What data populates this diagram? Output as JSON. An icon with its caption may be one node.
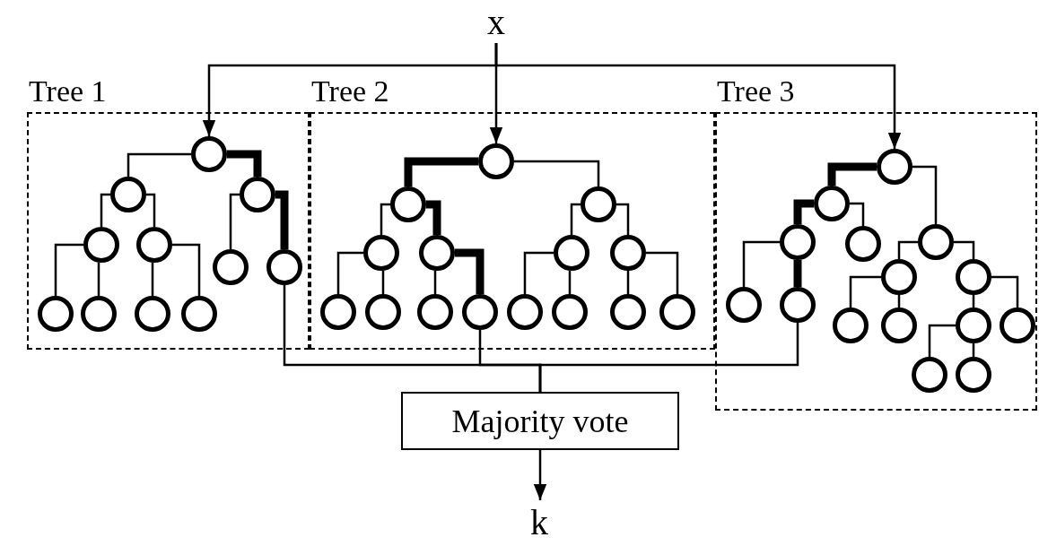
{
  "diagram": {
    "nodes": [
      {
        "text": [
          "x"
        ]
      },
      {
        "text": [
          "Tree 1"
        ]
      },
      {
        "text": [],
        "shape": "circle",
        "in": 1
      },
      {
        "text": [],
        "shape": "circle",
        "in": 1
      },
      {
        "text": [],
        "shape": "circle",
        "in": 1
      },
      {
        "text": [],
        "shape": "circle",
        "in": 1
      },
      {
        "text": [],
        "shape": "circle",
        "in": 1
      },
      {
        "text": [],
        "shape": "circle",
        "in": 1
      },
      {
        "text": [],
        "shape": "circle",
        "in": 1
      },
      {
        "text": [],
        "shape": "circle",
        "in": 1
      },
      {
        "text": [],
        "shape": "circle",
        "in": 1
      },
      {
        "text": [],
        "shape": "circle",
        "in": 1
      },
      {
        "text": [],
        "shape": "circle",
        "in": 1
      },
      {
        "text": [
          "Tree 2"
        ]
      },
      {
        "text": [],
        "shape": "circle",
        "in": 13
      },
      {
        "text": [],
        "shape": "circle",
        "in": 13
      },
      {
        "text": [],
        "shape": "circle",
        "in": 13
      },
      {
        "text": [],
        "shape": "circle",
        "in": 13
      },
      {
        "text": [],
        "shape": "circle",
        "in": 13
      },
      {
        "text": [],
        "shape": "circle",
        "in": 13
      },
      {
        "text": [],
        "shape": "circle",
        "in": 13
      },
      {
        "text": [],
        "shape": "circle",
        "in": 13
      },
      {
        "text": [],
        "shape": "circle",
        "in": 13
      },
      {
        "text": [],
        "shape": "circle",
        "in": 13
      },
      {
        "text": [],
        "shape": "circle",
        "in": 13
      },
      {
        "text": [],
        "shape": "circle",
        "in": 13
      },
      {
        "text": [],
        "shape": "circle",
        "in": 13
      },
      {
        "text": [],
        "shape": "circle",
        "in": 13
      },
      {
        "text": [],
        "shape": "circle",
        "in": 13
      },
      {
        "text": [
          "Tree 3"
        ]
      },
      {
        "text": [],
        "shape": "circle",
        "in": 29
      },
      {
        "text": [],
        "shape": "circle",
        "in": 29
      },
      {
        "text": [],
        "shape": "circle",
        "in": 29
      },
      {
        "text": [],
        "shape": "circle",
        "in": 29
      },
      {
        "text": [],
        "shape": "circle",
        "in": 29
      },
      {
        "text": [],
        "shape": "circle",
        "in": 29
      },
      {
        "text": [],
        "shape": "circle",
        "in": 29
      },
      {
        "text": [],
        "shape": "circle",
        "in": 29
      },
      {
        "text": [],
        "shape": "circle",
        "in": 29
      },
      {
        "text": [],
        "shape": "circle",
        "in": 29
      },
      {
        "text": [],
        "shape": "circle",
        "in": 29
      },
      {
        "text": [],
        "shape": "circle",
        "in": 29
      },
      {
        "text": [],
        "shape": "circle",
        "in": 29
      },
      {
        "text": [],
        "shape": "circle",
        "in": 29
      },
      {
        "text": [],
        "shape": "circle",
        "in": 29
      },
      {
        "text": [
          "Majority vote"
        ]
      },
      {
        "text": [
          "k"
        ]
      }
    ],
    "edges": [
      {
        "from": 0,
        "to": 2,
        "arrow": "to"
      },
      {
        "from": 0,
        "to": 14,
        "arrow": "to"
      },
      {
        "from": 0,
        "to": 30,
        "arrow": "to"
      },
      {
        "from": 2,
        "to": 3,
        "arrow": "none"
      },
      {
        "from": 2,
        "to": 4,
        "arrow": "none",
        "style": "thick"
      },
      {
        "from": 3,
        "to": 5,
        "arrow": "none"
      },
      {
        "from": 3,
        "to": 6,
        "arrow": "none"
      },
      {
        "from": 4,
        "to": 7,
        "arrow": "none"
      },
      {
        "from": 4,
        "to": 8,
        "arrow": "none",
        "style": "thick"
      },
      {
        "from": 5,
        "to": 9,
        "arrow": "none"
      },
      {
        "from": 5,
        "to": 10,
        "arrow": "none"
      },
      {
        "from": 6,
        "to": 11,
        "arrow": "none"
      },
      {
        "from": 6,
        "to": 12,
        "arrow": "none"
      },
      {
        "from": 14,
        "to": 15,
        "arrow": "none",
        "style": "thick"
      },
      {
        "from": 14,
        "to": 16,
        "arrow": "none"
      },
      {
        "from": 15,
        "to": 17,
        "arrow": "none"
      },
      {
        "from": 15,
        "to": 18,
        "arrow": "none",
        "style": "thick"
      },
      {
        "from": 16,
        "to": 19,
        "arrow": "none"
      },
      {
        "from": 16,
        "to": 20,
        "arrow": "none"
      },
      {
        "from": 17,
        "to": 21,
        "arrow": "none"
      },
      {
        "from": 17,
        "to": 22,
        "arrow": "none"
      },
      {
        "from": 18,
        "to": 23,
        "arrow": "none"
      },
      {
        "from": 18,
        "to": 24,
        "arrow": "none",
        "style": "thick"
      },
      {
        "from": 19,
        "to": 25,
        "arrow": "none"
      },
      {
        "from": 19,
        "to": 26,
        "arrow": "none"
      },
      {
        "from": 20,
        "to": 27,
        "arrow": "none"
      },
      {
        "from": 20,
        "to": 28,
        "arrow": "none"
      },
      {
        "from": 30,
        "to": 31,
        "arrow": "none",
        "style": "thick"
      },
      {
        "from": 30,
        "to": 34,
        "arrow": "none"
      },
      {
        "from": 31,
        "to": 32,
        "arrow": "none",
        "style": "thick"
      },
      {
        "from": 31,
        "to": 33,
        "arrow": "none"
      },
      {
        "from": 32,
        "to": 35,
        "arrow": "none"
      },
      {
        "from": 32,
        "to": 36,
        "arrow": "none",
        "style": "thick"
      },
      {
        "from": 34,
        "to": 37,
        "arrow": "none"
      },
      {
        "from": 34,
        "to": 38,
        "arrow": "none"
      },
      {
        "from": 37,
        "to": 39,
        "arrow": "none"
      },
      {
        "from": 37,
        "to": 40,
        "arrow": "none"
      },
      {
        "from": 38,
        "to": 41,
        "arrow": "none"
      },
      {
        "from": 38,
        "to": 42,
        "arrow": "none"
      },
      {
        "from": 41,
        "to": 43,
        "arrow": "none"
      },
      {
        "from": 41,
        "to": 44,
        "arrow": "none"
      },
      {
        "from": 8,
        "to": 45,
        "arrow": "none"
      },
      {
        "from": 24,
        "to": 45,
        "arrow": "none"
      },
      {
        "from": 36,
        "to": 45,
        "arrow": "none"
      },
      {
        "from": 45,
        "to": 46,
        "arrow": "to"
      }
    ]
  }
}
